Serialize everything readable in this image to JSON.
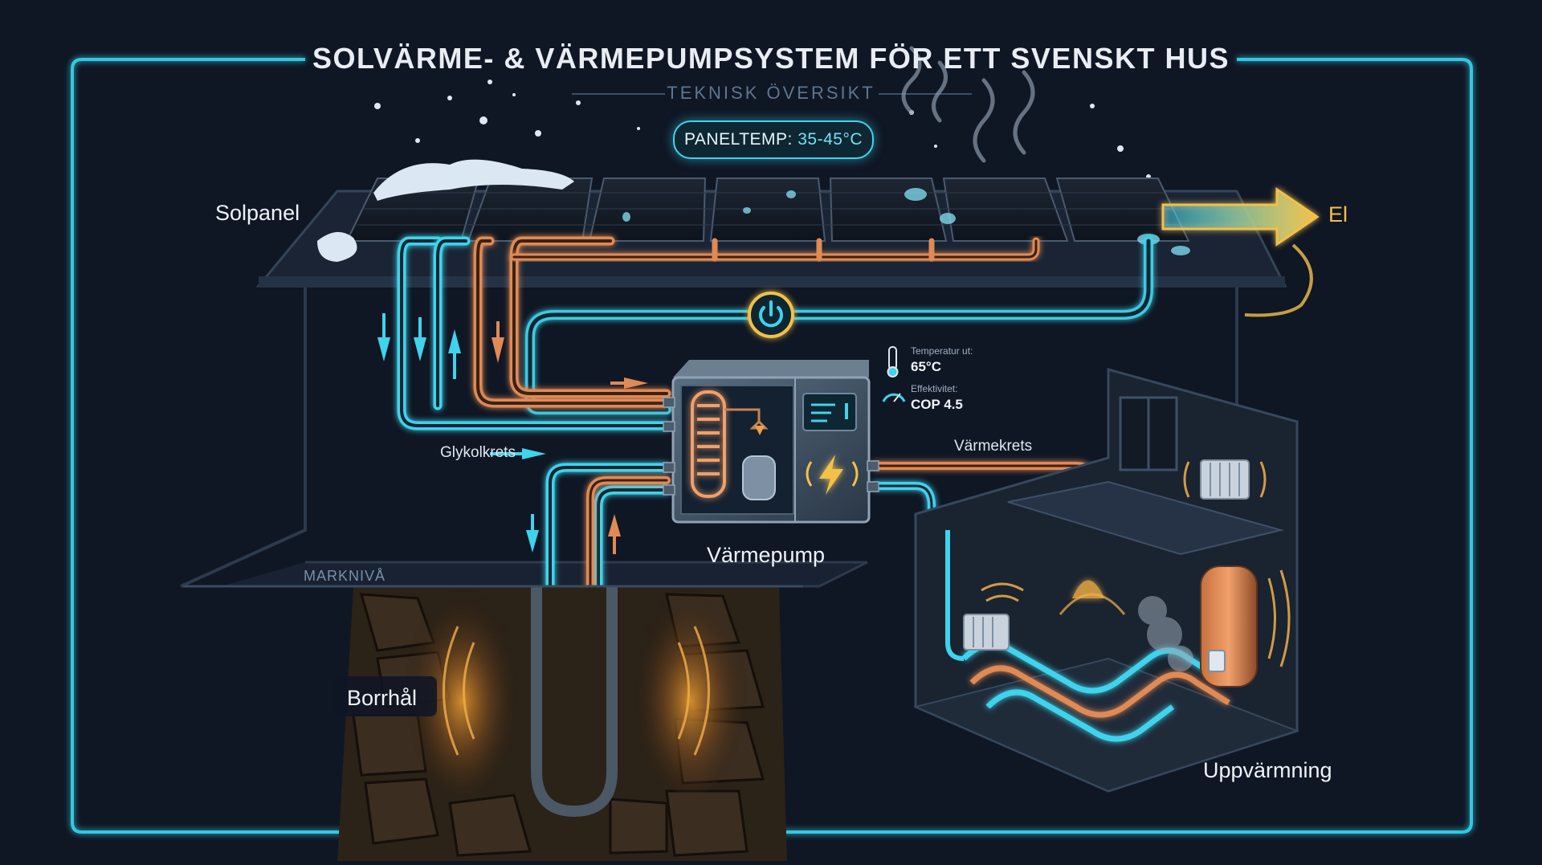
{
  "diagram": {
    "title": "SOLVÄRME- & VÄRMEPUMPSYSTEM FÖR ETT SVENSKT HUS",
    "subtitle": "TEKNISK ÖVERSIKT",
    "panel_temp": {
      "label": "PANELTEMP:",
      "value": "35-45°C"
    },
    "labels": {
      "solpanel": "Solpanel",
      "el": "El",
      "glykolkrets": "Glykolkrets",
      "varmekrets": "Värmekrets",
      "varmepump": "Värmepump",
      "markniva": "MARKNIVÅ",
      "borrhal": "Borrhål",
      "uppvarmning": "Uppvärmning"
    },
    "stats": {
      "temperature": {
        "caption": "Temperatur ut:",
        "value": "65°C"
      },
      "efficiency": {
        "caption": "Effektivitet:",
        "value": "COP 4.5"
      }
    },
    "colors": {
      "background": "#0f1624",
      "frame": "#36c7e0",
      "cold_pipe": "#3fd3ec",
      "warm_pipe": "#e08a54",
      "heat_glow": "#f3b14a",
      "arrow_el": "#f2c14a"
    },
    "icons": {
      "power": "power-icon",
      "lightning": "lightning-icon",
      "thermometer": "thermometer-icon",
      "gauge": "gauge-icon",
      "radiator": "radiator-icon",
      "water_heater": "water-heater-icon"
    }
  }
}
